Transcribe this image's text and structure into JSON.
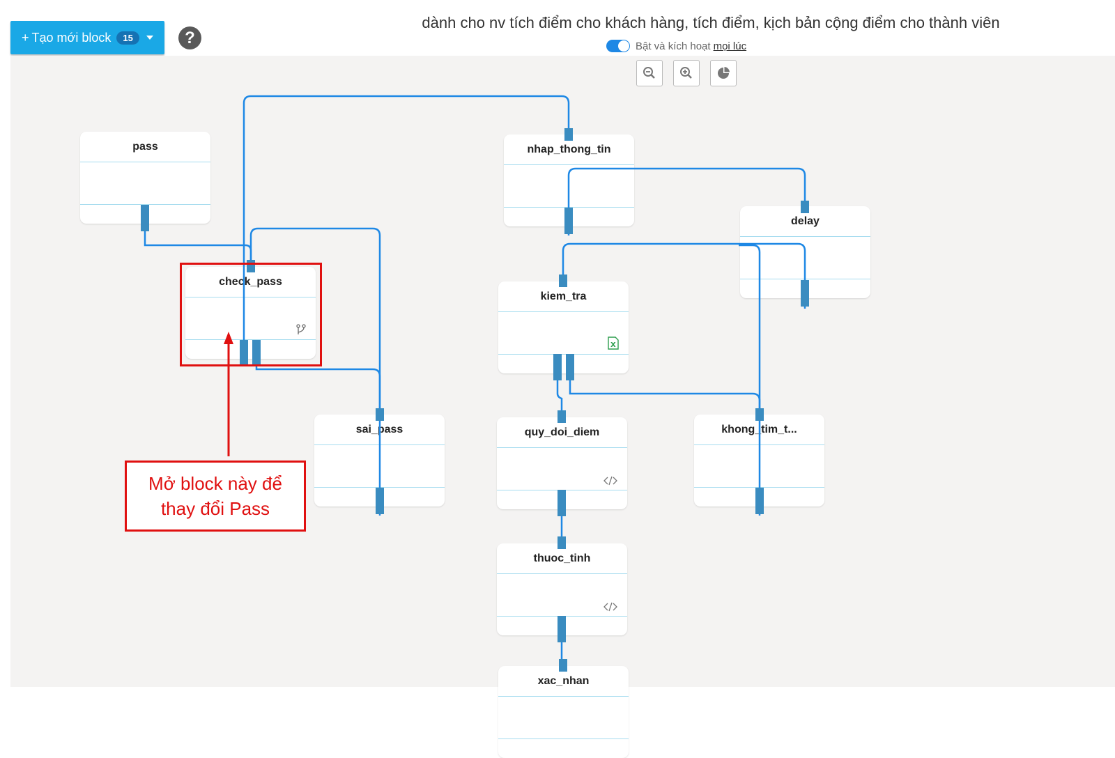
{
  "toolbar": {
    "create_label": "Tạo mới block",
    "create_count": "15"
  },
  "header": {
    "title": "dành cho nv tích điểm cho khách hàng, tích điểm, kịch bản cộng điểm cho thành viên",
    "toggle_label": "Bật và kích hoạt",
    "toggle_link": "mọi lúc",
    "toggle_on": true
  },
  "zoom_controls": [
    "zoom-out-icon",
    "zoom-in-icon",
    "pie-chart-icon"
  ],
  "blocks": [
    {
      "id": "pass",
      "label": "pass",
      "icon": ""
    },
    {
      "id": "check_pass",
      "label": "check_pass",
      "icon": "branch-icon"
    },
    {
      "id": "sai_pass",
      "label": "sai_pass",
      "icon": ""
    },
    {
      "id": "nhap_thong_tin",
      "label": "nhap_thong_tin",
      "icon": ""
    },
    {
      "id": "delay",
      "label": "delay",
      "icon": ""
    },
    {
      "id": "kiem_tra",
      "label": "kiem_tra",
      "icon": "excel-icon"
    },
    {
      "id": "quy_doi_diem",
      "label": "quy_doi_diem",
      "icon": "code-icon"
    },
    {
      "id": "khong_tim_t",
      "label": "khong_tim_t...",
      "icon": ""
    },
    {
      "id": "thuoc_tinh",
      "label": "thuoc_tinh",
      "icon": "code-icon"
    },
    {
      "id": "xac_nhan",
      "label": "xac_nhan",
      "icon": ""
    }
  ],
  "annotation": {
    "text": "Mở block này để thay đổi Pass",
    "color": "#e01010"
  },
  "colors": {
    "wire": "#1e88e5",
    "connector": "#3a8cc0",
    "accent": "#1aa8e6"
  }
}
